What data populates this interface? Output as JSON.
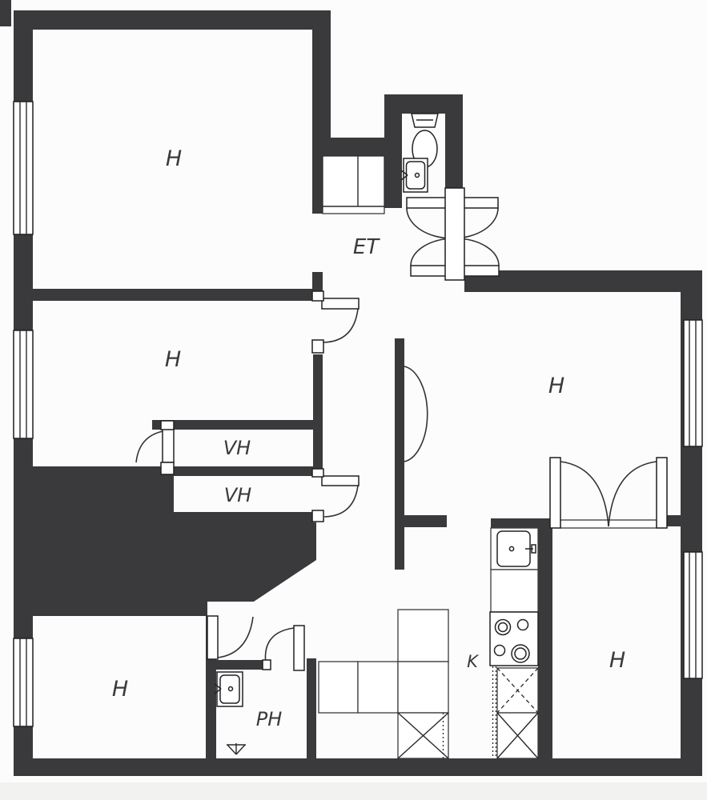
{
  "title": "Apartment floor plan",
  "colors": {
    "wall": "#3a3a3c",
    "background": "#fcfcfc",
    "line": "#222222"
  },
  "rooms": [
    {
      "name": "room-top-left",
      "label": "H"
    },
    {
      "name": "room-middle-left",
      "label": "H"
    },
    {
      "name": "entrance-hall",
      "label": "ET"
    },
    {
      "name": "room-right",
      "label": "H"
    },
    {
      "name": "closet-upper",
      "label": "VH"
    },
    {
      "name": "closet-lower",
      "label": "VH"
    },
    {
      "name": "room-bottom-left",
      "label": "H"
    },
    {
      "name": "bathroom",
      "label": "PH"
    },
    {
      "name": "kitchen",
      "label": "K"
    },
    {
      "name": "room-bottom-right",
      "label": "H"
    }
  ],
  "fixtures": [
    "window",
    "toilet",
    "wc-sink",
    "bathroom-sink",
    "kitchen-sink",
    "stove-4-burner",
    "appliance-x",
    "dishwasher-dashed",
    "floor-drain",
    "hinged-door",
    "double-door",
    "wardrobe",
    "cabinet-grid"
  ]
}
